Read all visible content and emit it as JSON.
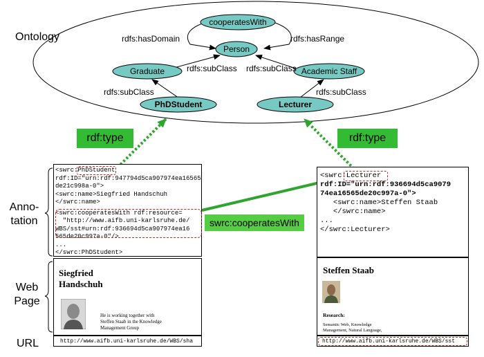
{
  "side_labels": {
    "ontology": "Ontology",
    "annotation_line1": "Anno-",
    "annotation_line2": "tation",
    "webpage_line1": "Web",
    "webpage_line2": "Page",
    "url": "URL"
  },
  "ontology": {
    "nodes": {
      "cooperates_with": "cooperatesWith",
      "person": "Person",
      "graduate": "Graduate",
      "academic_staff": "Academic Staff",
      "phd_student": "PhDStudent",
      "lecturer": "Lecturer"
    },
    "edges": {
      "has_domain": "rdfs:hasDomain",
      "has_range": "rdfs:hasRange",
      "subclass_graduate_person": "rdfs:subClass",
      "subclass_academic_person": "rdfs:subClass",
      "subclass_phd_graduate": "rdfs:subClass",
      "subclass_lecturer_academic": "rdfs:subClass"
    }
  },
  "rdf_type_labels": {
    "left": "rdf:type",
    "right": "rdf:type"
  },
  "relation_label": "swrc:cooperatesWith",
  "left_annotation": {
    "lines": [
      "<swrc:PhDStudent",
      "rdf:ID=\"urn:rdf:947794d5ca907974ea16565",
      "de21c998a-0\">",
      "<swrc:name>Siegfried Handschuh",
      "</swrc:name>",
      "<swrc:cooperatesWith rdf:resource=",
      "  \"http://www.aifb.uni-karlsruhe.de/",
      "WBS/sst#urn:rdf:936694d5ca907974ea16",
      "565de20c997a-0\"/>",
      "...",
      "</swrc:PhDStudent>"
    ]
  },
  "right_annotation": {
    "lines": [
      "<swrc:Lecturer",
      "rdf:ID=\"urn:rdf:936694d5ca9079",
      "74ea16565de20c997a-0\">",
      "",
      "   <swrc:name>Steffen Staab",
      "   </swrc:name>",
      "",
      "...",
      "</swrc:Lecturer>"
    ]
  },
  "left_page": {
    "name_line1": "Siegfried",
    "name_line2": "Handschuh",
    "text_line1": "He is working together with",
    "text_line2": "Steffen Staab in the Knowledge",
    "text_line3": "Management Group",
    "url": "http://www.aifb.uni-karlsruhe.de/WBS/sha"
  },
  "right_page": {
    "name": "Steffen Staab",
    "research_label": "Research:",
    "research_line1": "Semantic Web, Knowledge",
    "research_line2": "Management, Natural Language,",
    "url": "http://www.aifb.uni-karlsruhe.de/WBS/sst"
  },
  "colors": {
    "node_fill": "#77c9c4",
    "green": "#33bb33",
    "red_dashed": "#cc2222"
  }
}
